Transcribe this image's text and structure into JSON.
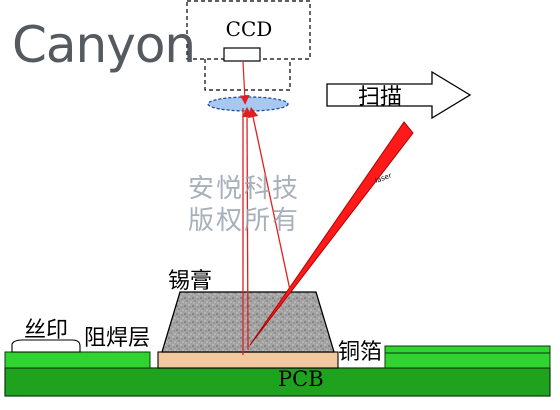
{
  "logo": {
    "text": "Canyon"
  },
  "camera": {
    "label": "CCD"
  },
  "scan": {
    "label": "扫描"
  },
  "laser": {
    "label": "laser"
  },
  "watermark": {
    "line1": "安悦科技",
    "line2": "版权所有"
  },
  "labels": {
    "solder_paste": "锡膏",
    "silkscreen": "丝印",
    "solder_mask": "阻焊层",
    "copper": "铜箔",
    "pcb": "PCB"
  },
  "colors": {
    "laser_red": "#ff1a1a",
    "board_green": "#1fa31f",
    "mask_green": "#31d331",
    "copper_tan": "#f2c8a0",
    "lens_blue": "#a8c8f0",
    "paste_gray": "#a3a3a3"
  }
}
